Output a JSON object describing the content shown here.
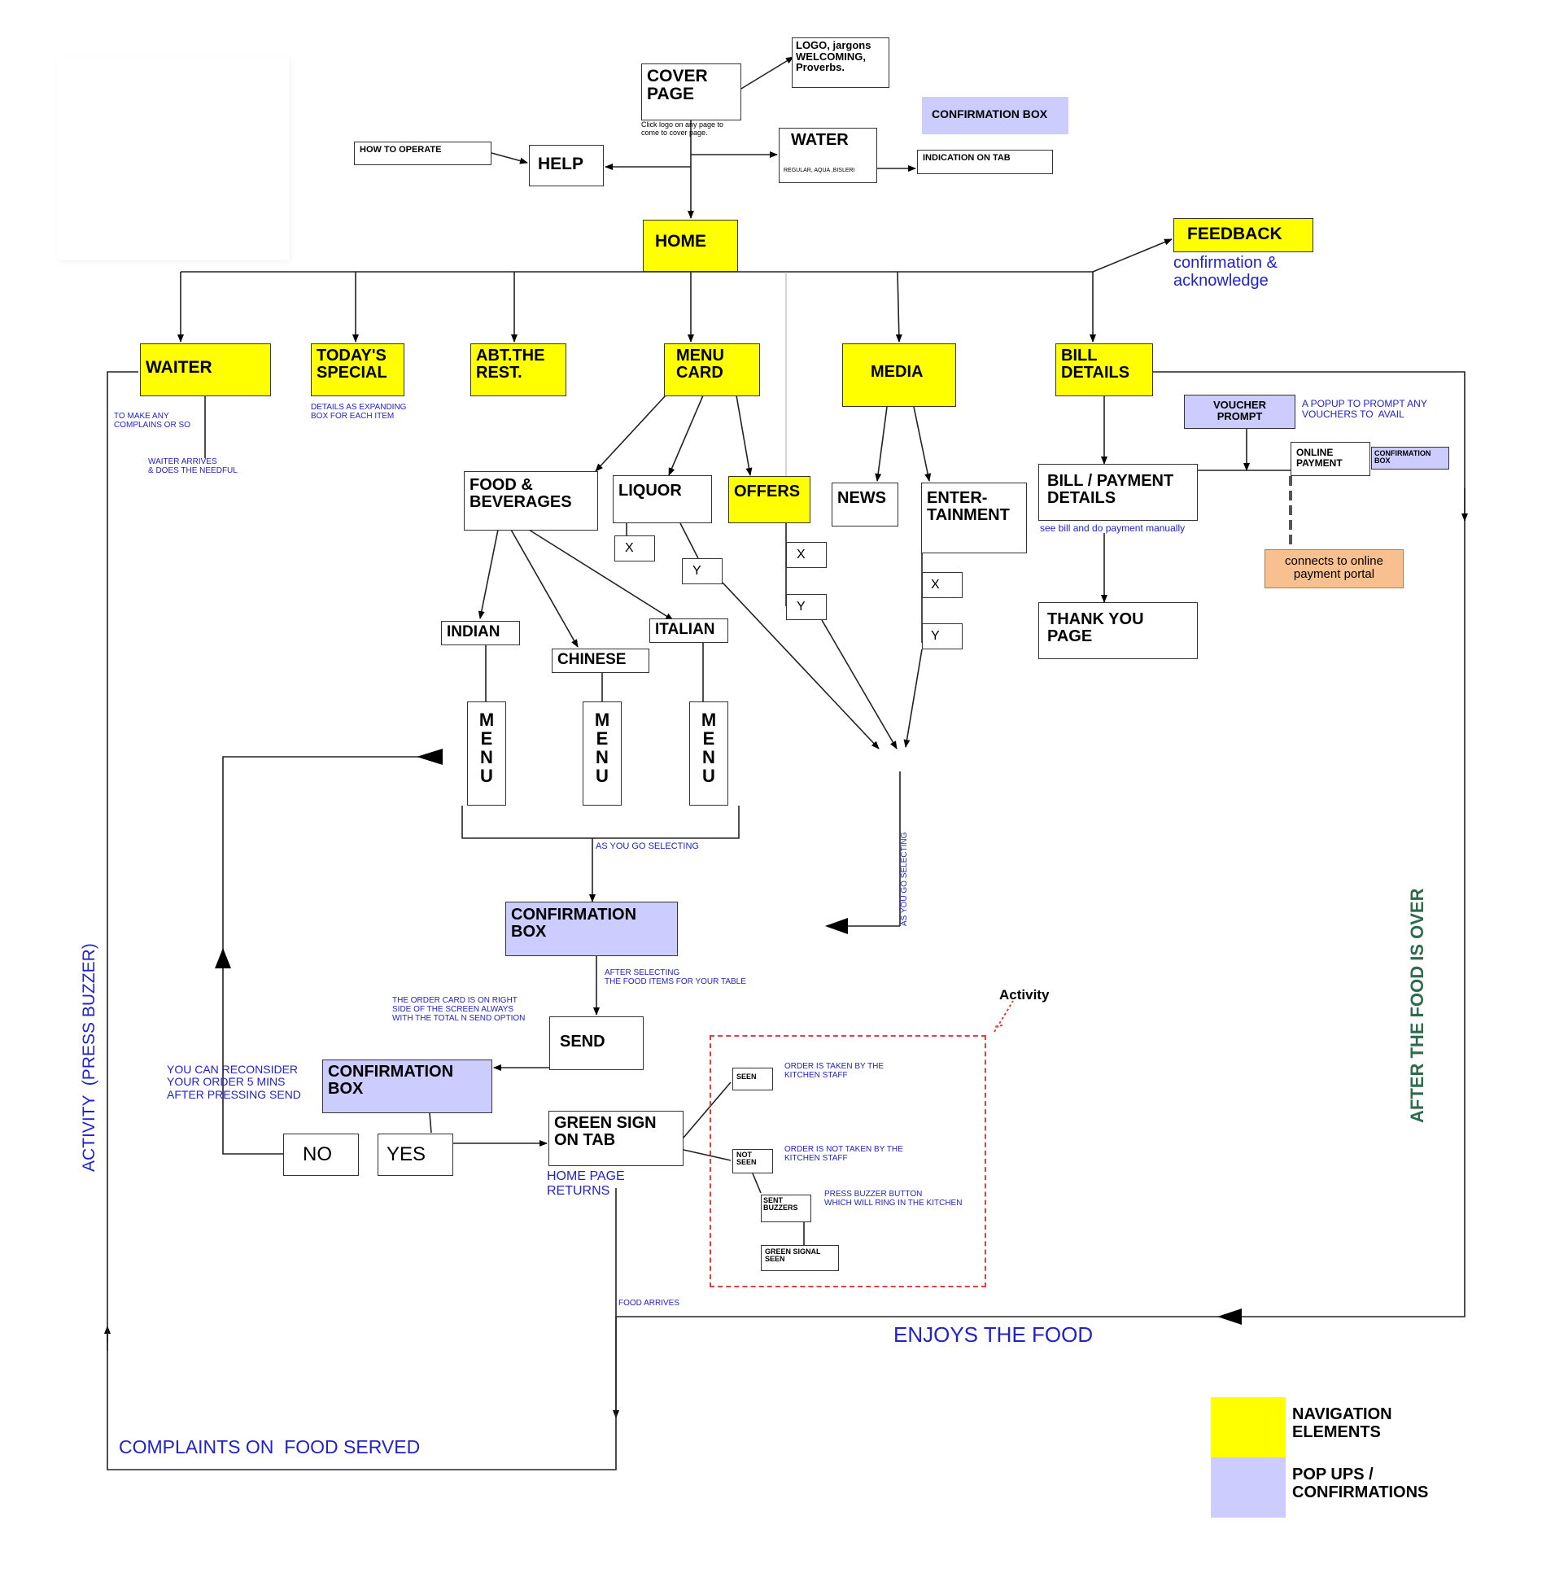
{
  "nodes": {
    "cover_page": "COVER\nPAGE",
    "cover_note": "Click logo on any page to\ncome to cover page.",
    "logo_box": "LOGO, jargons\nWELCOMING,\nProverbs.",
    "confirmation_box_top": "CONFIRMATION BOX",
    "how_to_operate": "HOW TO OPERATE",
    "help": "HELP",
    "water": "WATER",
    "water_sub": "REGULAR, AQUA ,BISLERI",
    "indication_on_tab": "INDICATION ON TAB",
    "home": "HOME",
    "feedback": "FEEDBACK",
    "feedback_note": "confirmation &\nacknowledge",
    "waiter": "WAITER",
    "waiter_note_1": "TO MAKE ANY\nCOMPLAINS OR SO",
    "waiter_note_2": "WAITER ARRIVES\n& DOES THE NEEDFUL",
    "todays_special": "TODAY'S\nSPECIAL",
    "todays_special_note": "DETAILS AS EXPANDING\nBOX FOR EACH ITEM",
    "abt_rest": "ABT.THE\nREST.",
    "menu_card": "MENU\nCARD",
    "media": "MEDIA",
    "bill_details": "BILL\nDETAILS",
    "voucher_prompt": "VOUCHER\nPROMPT",
    "voucher_note": "A POPUP TO PROMPT ANY\nVOUCHERS TO  AVAIL",
    "online_payment": "ONLINE\nPAYMENT",
    "confirmation_box_small": "CONFIRMATION\nBOX",
    "online_portal": "connects to online\npayment portal",
    "bill_payment": "BILL / PAYMENT\nDETAILS",
    "bill_payment_note": "see bill and do payment manually",
    "thank_you": "THANK YOU\nPAGE",
    "food_beverages": "FOOD &\nBEVERAGES",
    "liquor": "LIQUOR",
    "offers": "OFFERS",
    "news": "NEWS",
    "entertainment": "ENTER-\nTAINMENT",
    "x": "X",
    "y": "Y",
    "indian": "INDIAN",
    "chinese": "CHINESE",
    "italian": "ITALIAN",
    "menu_vertical": "M\nE\nN\nU",
    "as_you_go_selecting": "AS YOU GO SELECTING",
    "confirmation_box_mid": "CONFIRMATION\nBOX",
    "after_selecting": "AFTER SELECTING\nTHE FOOD ITEMS FOR YOUR TABLE",
    "order_card_note": "THE ORDER CARD IS ON RIGHT\nSIDE OF THE SCREEN ALWAYS\nWITH THE TOTAL N SEND OPTION",
    "send": "SEND",
    "reconsider_note": "YOU CAN RECONSIDER\nYOUR ORDER 5 MINS\nAFTER PRESSING SEND",
    "confirmation_box_low": "CONFIRMATION\nBOX",
    "no": "NO",
    "yes": "YES",
    "green_sign": "GREEN SIGN\nON TAB",
    "home_page_returns": "HOME PAGE\nRETURNS",
    "activity_label": "Activity",
    "seen": "SEEN",
    "seen_note": "ORDER IS TAKEN BY THE\nKITCHEN STAFF",
    "not_seen": "NOT\nSEEN",
    "not_seen_note": "ORDER IS NOT TAKEN BY THE\nKITCHEN STAFF",
    "sent_buzzers": "SENT\nBUZZERS",
    "buzzer_note": "PRESS BUZZER BUTTON\nWHICH WILL RING IN THE KITCHEN",
    "green_signal_seen": "GREEN SIGNAL\nSEEN",
    "food_arrives": "FOOD ARRIVES",
    "enjoys_food": "ENJOYS THE FOOD",
    "after_food_over": "AFTER THE FOOD IS OVER",
    "complaints": "COMPLAINTS ON  FOOD SERVED",
    "activity_press_buzzer": "ACTIVITY  (PRESS BUZZER)"
  },
  "legend": {
    "navigation": "NAVIGATION\nELEMENTS",
    "popups": "POP UPS /\nCONFIRMATIONS"
  },
  "colors": {
    "navigation": "#ffff00",
    "popup": "#ccccff",
    "portal": "#f8c08e",
    "annotation": "#2222cc",
    "after_food": "#2e6b4e",
    "activity_border": "#e04040"
  }
}
